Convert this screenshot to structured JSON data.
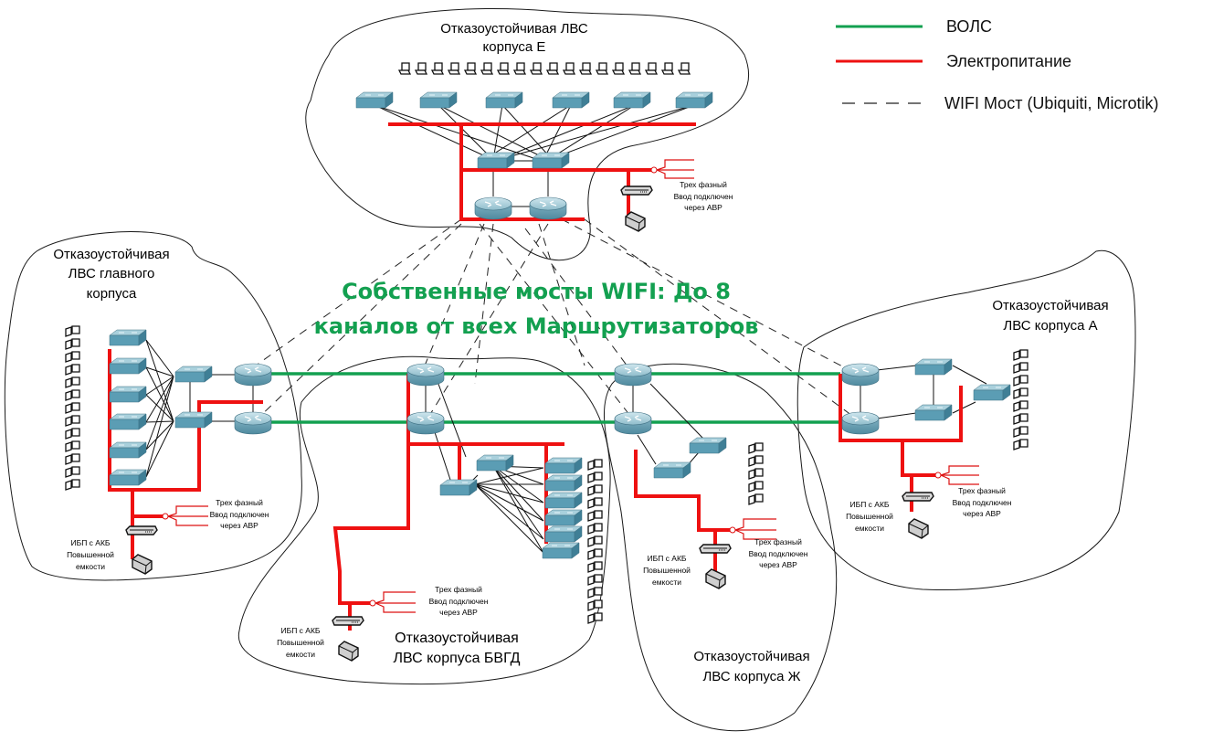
{
  "legend": {
    "items": [
      {
        "key": "fiber",
        "label": "ВОЛС",
        "color": "#13a050",
        "style": "solid"
      },
      {
        "key": "power",
        "label": "Электропитание",
        "color": "#ee1111",
        "style": "solid"
      },
      {
        "key": "wifi",
        "label": "WIFI Мост (Ubiquiti, Microtik)",
        "color": "#222222",
        "style": "dashed"
      }
    ]
  },
  "headline": {
    "line1": "Собственные мосты WIFI: До 8",
    "line2": "каналов от всех Маршрутизаторов"
  },
  "zones": {
    "e": {
      "line1": "Отказоустойчивая ЛВС",
      "line2": "корпуса Е"
    },
    "main": {
      "line1": "Отказоустойчивая",
      "line2": "ЛВС главного",
      "line3": "корпуса"
    },
    "a": {
      "line1": "Отказоустойчивая",
      "line2": "ЛВС корпуса А"
    },
    "bvgd": {
      "line1": "Отказоустойчивая",
      "line2": "ЛВС корпуса БВГД"
    },
    "zh": {
      "line1": "Отказоустойчивая",
      "line2": "ЛВС корпуса Ж"
    }
  },
  "power_input": {
    "line1": "Трех фазный",
    "line2": "Ввод подключен",
    "line3": "через АВР"
  },
  "ups": {
    "line1": "ИБП с АКБ",
    "line2": "Повышенной",
    "line3": "емкости"
  },
  "device_types": {
    "router": {
      "icon": "router-icon",
      "color": "#6fa8bb"
    },
    "switch": {
      "icon": "switch-icon",
      "color": "#5b9db4"
    },
    "workstation": {
      "icon": "workstation-icon"
    },
    "ups": {
      "icon": "ups-icon"
    },
    "battery": {
      "icon": "battery-icon"
    }
  }
}
